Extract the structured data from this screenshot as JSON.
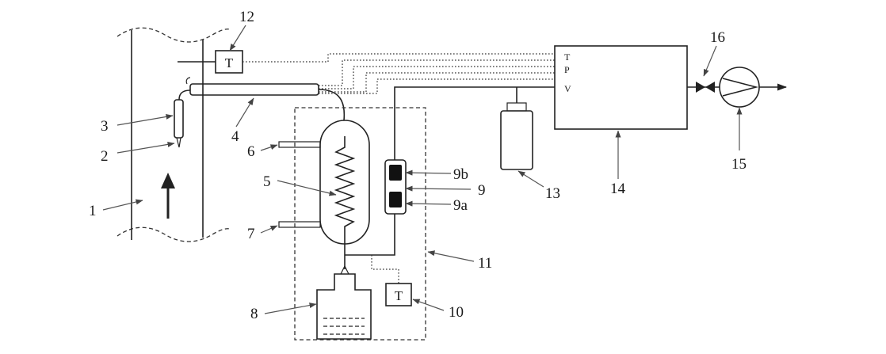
{
  "labels": {
    "l1": "1",
    "l2": "2",
    "l3": "3",
    "l4": "4",
    "l5": "5",
    "l6": "6",
    "l7": "7",
    "l8": "8",
    "l9": "9",
    "l9a": "9a",
    "l9b": "9b",
    "l10": "10",
    "l11": "11",
    "l12": "12",
    "l13": "13",
    "l14": "14",
    "l15": "15",
    "l16": "16"
  },
  "sensor_letter": "T",
  "controller_ports": {
    "t": "T",
    "p": "P",
    "v": "V"
  },
  "icons": {
    "flow_arrow": "up-arrow-icon",
    "outlet_arrow": "right-arrow-icon",
    "valve": "bowtie-valve-icon",
    "pump": "pump-icon"
  }
}
